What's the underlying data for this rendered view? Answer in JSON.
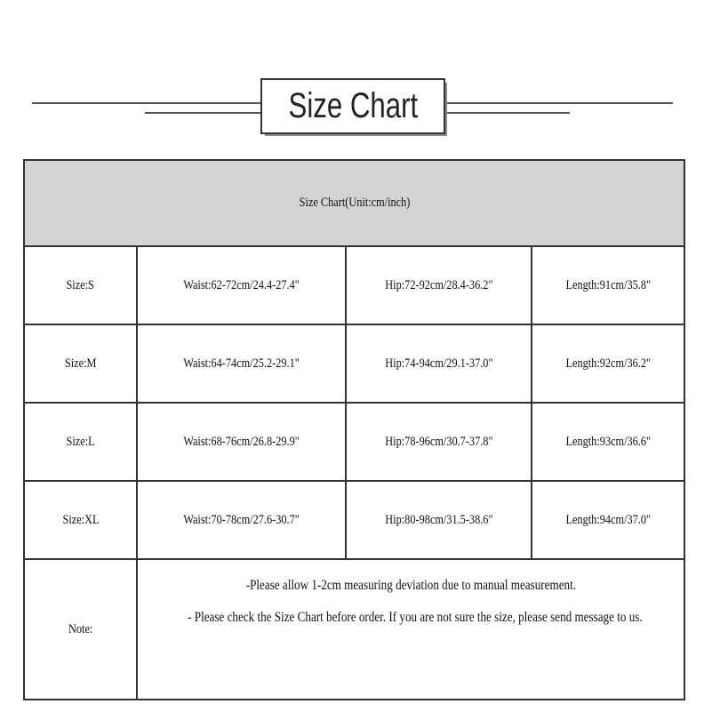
{
  "header": {
    "title": "Size Chart"
  },
  "table": {
    "heading": "Size Chart(Unit:cm/inch)",
    "rows": [
      {
        "size": "Size:S",
        "waist": "Waist:62-72cm/24.4-27.4\"",
        "hip": "Hip:72-92cm/28.4-36.2\"",
        "length": "Length:91cm/35.8\""
      },
      {
        "size": "Size:M",
        "waist": "Waist:64-74cm/25.2-29.1\"",
        "hip": "Hip:74-94cm/29.1-37.0\"",
        "length": "Length:92cm/36.2\""
      },
      {
        "size": "Size:L",
        "waist": "Waist:68-76cm/26.8-29.9\"",
        "hip": "Hip:78-96cm/30.7-37.8\"",
        "length": "Length:93cm/36.6\""
      },
      {
        "size": "Size:XL",
        "waist": "Waist:70-78cm/27.6-30.7\"",
        "hip": "Hip:80-98cm/31.5-38.6\"",
        "length": "Length:94cm/37.0\""
      }
    ],
    "note": {
      "label": "Note:",
      "lines": [
        "-Please allow 1-2cm measuring deviation due to manual measurement.",
        "- Please check the Size Chart before order. If you are not sure the size, please send message to us."
      ]
    }
  }
}
